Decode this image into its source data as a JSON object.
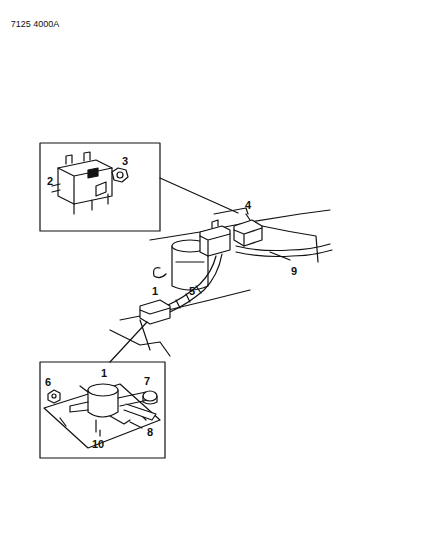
{
  "diagram": {
    "labels": [
      "7125 4000A",
      "2",
      "3",
      "4",
      "9",
      "5",
      "1",
      "1",
      "6",
      "7",
      "8",
      "10"
    ]
  }
}
